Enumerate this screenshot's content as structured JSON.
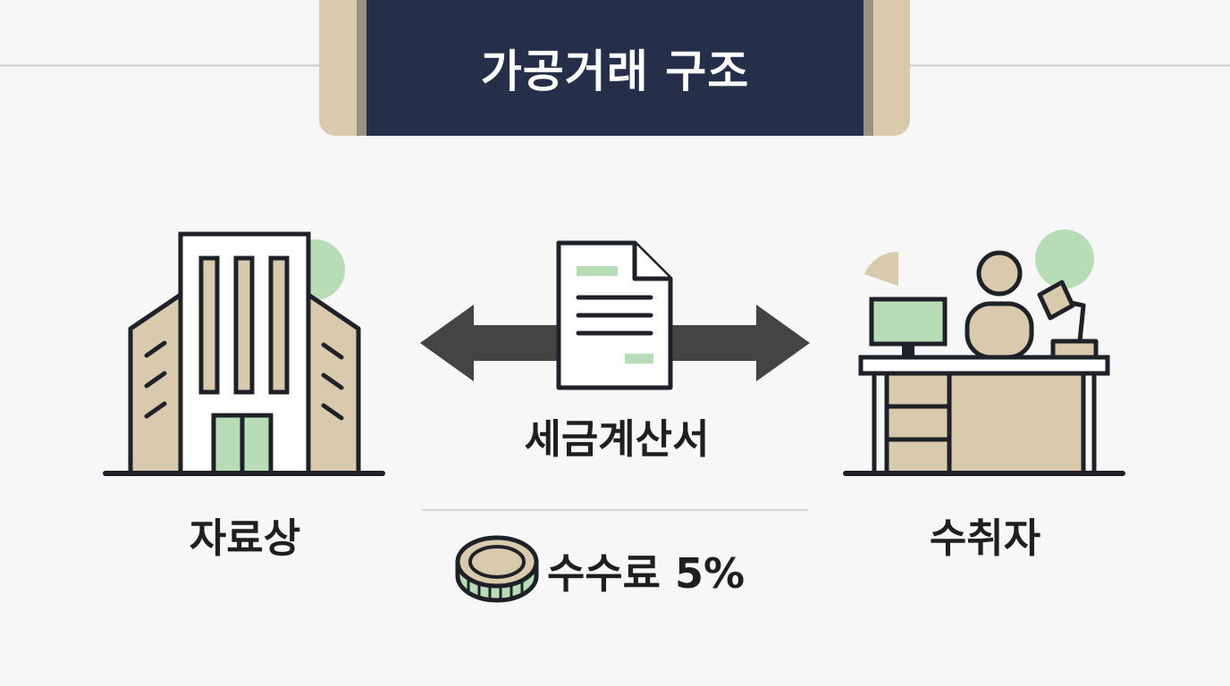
{
  "header": {
    "title": "가공거래 구조"
  },
  "nodes": {
    "supplier": {
      "label": "자료상"
    },
    "recipient": {
      "label": "수취자"
    }
  },
  "document": {
    "label": "세금계산서"
  },
  "fee": {
    "label": "수수료 5%"
  },
  "colors": {
    "navy": "#262f4a",
    "beige": "#d9c9ad",
    "green": "#b7dcb6",
    "outline": "#1f2128",
    "arrow": "#444444"
  },
  "icons": [
    "building-icon",
    "document-icon",
    "double-arrow-icon",
    "office-desk-icon",
    "coin-icon"
  ]
}
